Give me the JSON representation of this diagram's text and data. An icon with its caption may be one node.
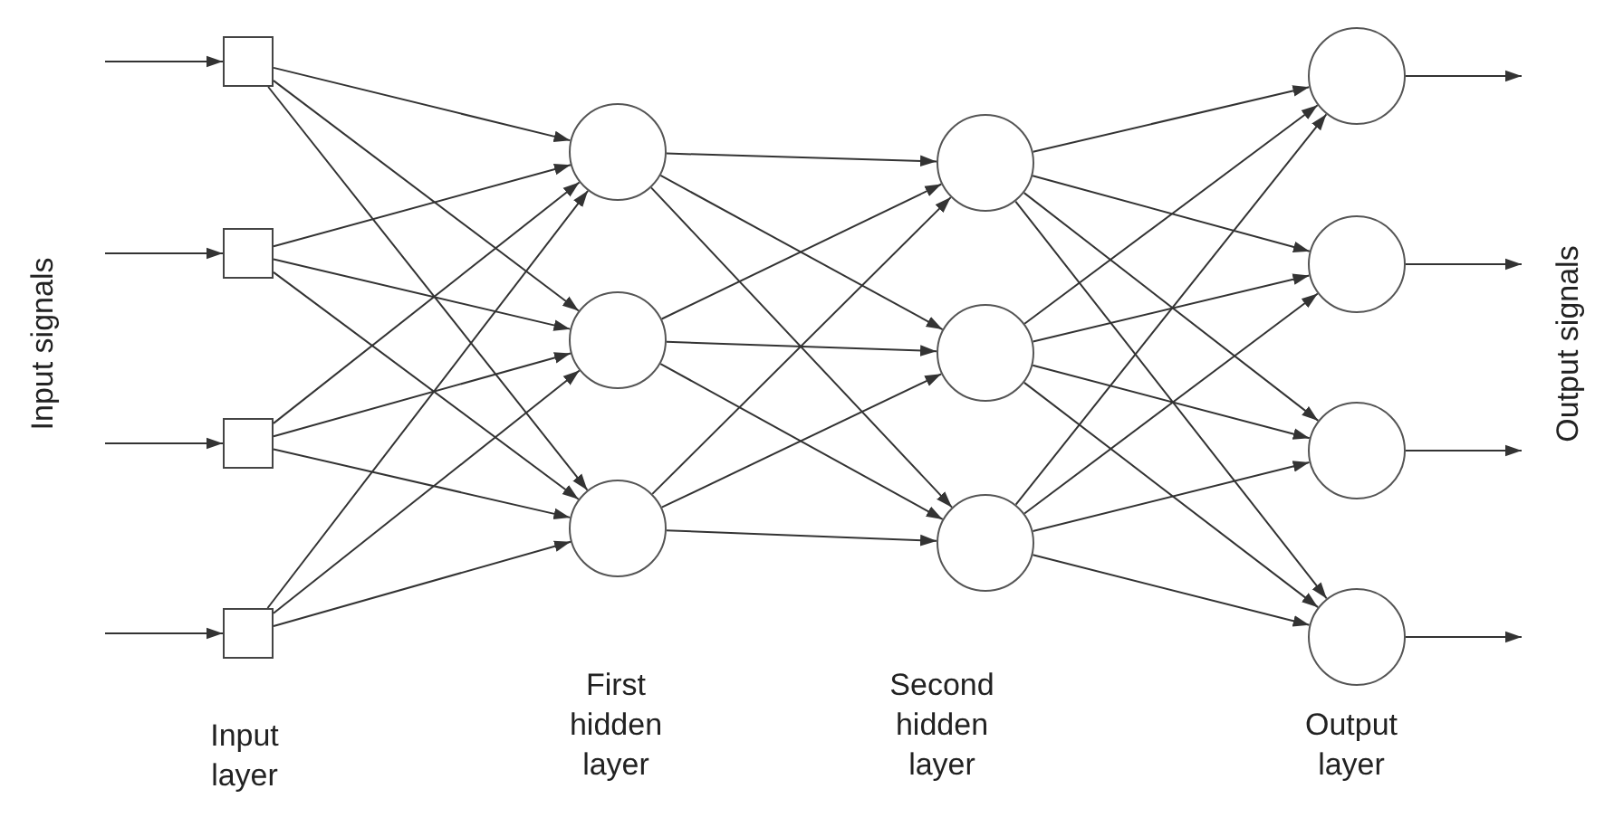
{
  "diagram": {
    "nodes": [
      {
        "text": [],
        "shape": "box"
      },
      {
        "text": [],
        "shape": "box"
      },
      {
        "text": [],
        "shape": "box"
      },
      {
        "text": [],
        "shape": "box"
      },
      {
        "text": [],
        "shape": "circle"
      },
      {
        "text": [],
        "shape": "circle"
      },
      {
        "text": [],
        "shape": "circle"
      },
      {
        "text": [],
        "shape": "circle"
      },
      {
        "text": [],
        "shape": "circle"
      },
      {
        "text": [],
        "shape": "circle"
      },
      {
        "text": [],
        "shape": "circle"
      },
      {
        "text": [],
        "shape": "circle"
      },
      {
        "text": [],
        "shape": "circle"
      },
      {
        "text": [],
        "shape": "circle"
      }
    ],
    "edges": [
      {
        "from": null,
        "to": 0,
        "arrow": "to"
      },
      {
        "from": null,
        "to": 1,
        "arrow": "to"
      },
      {
        "from": null,
        "to": 2,
        "arrow": "to"
      },
      {
        "from": null,
        "to": 3,
        "arrow": "to"
      },
      {
        "from": 0,
        "to": 4,
        "arrow": "to"
      },
      {
        "from": 0,
        "to": 5,
        "arrow": "to"
      },
      {
        "from": 0,
        "to": 6,
        "arrow": "to"
      },
      {
        "from": 1,
        "to": 4,
        "arrow": "to"
      },
      {
        "from": 1,
        "to": 5,
        "arrow": "to"
      },
      {
        "from": 1,
        "to": 6,
        "arrow": "to"
      },
      {
        "from": 2,
        "to": 4,
        "arrow": "to"
      },
      {
        "from": 2,
        "to": 5,
        "arrow": "to"
      },
      {
        "from": 2,
        "to": 6,
        "arrow": "to"
      },
      {
        "from": 3,
        "to": 4,
        "arrow": "to"
      },
      {
        "from": 3,
        "to": 5,
        "arrow": "to"
      },
      {
        "from": 3,
        "to": 6,
        "arrow": "to"
      },
      {
        "from": 4,
        "to": 7,
        "arrow": "to"
      },
      {
        "from": 4,
        "to": 8,
        "arrow": "to"
      },
      {
        "from": 4,
        "to": 9,
        "arrow": "to"
      },
      {
        "from": 5,
        "to": 7,
        "arrow": "to"
      },
      {
        "from": 5,
        "to": 8,
        "arrow": "to"
      },
      {
        "from": 5,
        "to": 9,
        "arrow": "to"
      },
      {
        "from": 6,
        "to": 7,
        "arrow": "to"
      },
      {
        "from": 6,
        "to": 8,
        "arrow": "to"
      },
      {
        "from": 6,
        "to": 9,
        "arrow": "to"
      },
      {
        "from": 7,
        "to": 10,
        "arrow": "to"
      },
      {
        "from": 7,
        "to": 11,
        "arrow": "to"
      },
      {
        "from": 7,
        "to": 12,
        "arrow": "to"
      },
      {
        "from": 7,
        "to": 13,
        "arrow": "to"
      },
      {
        "from": 8,
        "to": 10,
        "arrow": "to"
      },
      {
        "from": 8,
        "to": 11,
        "arrow": "to"
      },
      {
        "from": 8,
        "to": 12,
        "arrow": "to"
      },
      {
        "from": 8,
        "to": 13,
        "arrow": "to"
      },
      {
        "from": 9,
        "to": 10,
        "arrow": "to"
      },
      {
        "from": 9,
        "to": 11,
        "arrow": "to"
      },
      {
        "from": 9,
        "to": 12,
        "arrow": "to"
      },
      {
        "from": 9,
        "to": 13,
        "arrow": "to"
      },
      {
        "from": 10,
        "to": null,
        "arrow": "to"
      },
      {
        "from": 11,
        "to": null,
        "arrow": "to"
      },
      {
        "from": 12,
        "to": null,
        "arrow": "to"
      },
      {
        "from": 13,
        "to": null,
        "arrow": "to"
      }
    ],
    "labels": [
      "Input signals",
      "Input layer",
      "First hidden layer",
      "Second hidden layer",
      "Output layer",
      "Output signals"
    ]
  }
}
